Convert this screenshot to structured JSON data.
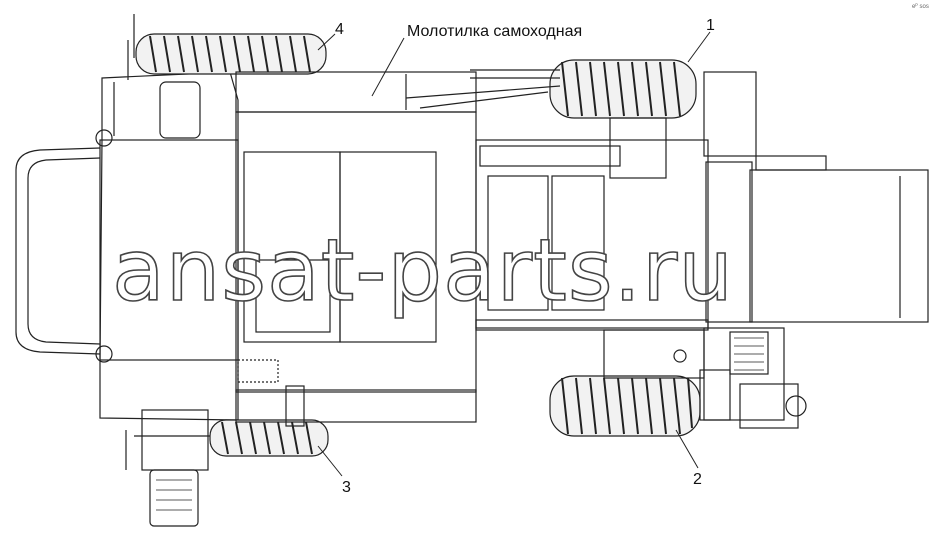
{
  "title": "Молотилка самоходная",
  "callouts": [
    {
      "id": "1",
      "text": "1"
    },
    {
      "id": "2",
      "text": "2"
    },
    {
      "id": "3",
      "text": "3"
    },
    {
      "id": "4",
      "text": "4"
    }
  ],
  "watermark": "ansat-parts.ru",
  "corner_mark": "eᴾ sos",
  "colors": {
    "line": "#222222",
    "tire": "#f2f2f2",
    "watermark_stroke": "#444444"
  }
}
